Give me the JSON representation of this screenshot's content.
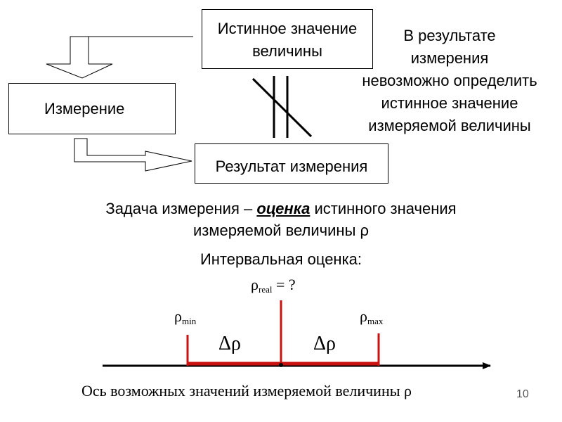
{
  "boxes": {
    "true_value": [
      "Истинное значение",
      "величины"
    ],
    "measurement": "Измерение",
    "result": "Результат измерения"
  },
  "side_note": [
    "В результате",
    "измерения",
    "невозможно определить",
    "истинное значение",
    "измеряемой величины"
  ],
  "task": {
    "prefix": "Задача измерения – ",
    "emphasis": "оценка",
    "suffix": " истинного значения",
    "line2": "измеряемой величины ρ"
  },
  "interval_label": "Интервальная оценка:",
  "estimate": {
    "rho": "ρ",
    "real_sub": "real",
    "real_suffix": " = ?",
    "min_sub": "min",
    "max_sub": "max",
    "delta": "Δρ"
  },
  "axis_caption": "Ось возможных значений измеряемой величины ρ",
  "slide_number": "10",
  "colors": {
    "interval_red": "#cc1111",
    "line_black": "#000000"
  }
}
